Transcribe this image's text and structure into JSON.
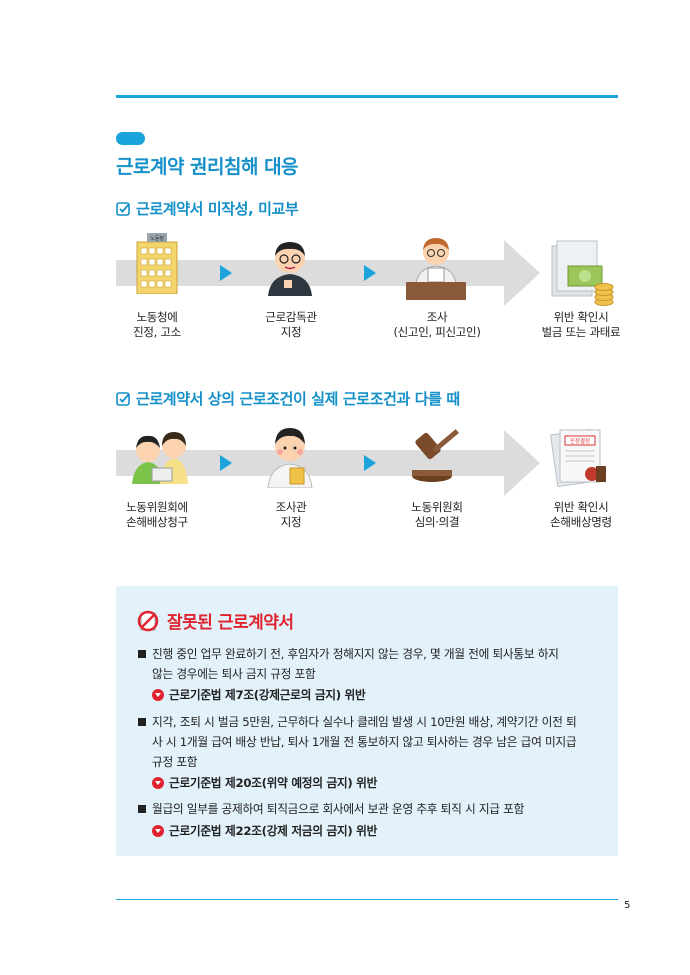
{
  "section_title": "근로계약 권리침해 대응",
  "flow1": {
    "heading": "근로계약서 미작성, 미교부",
    "building_sign": "노동청",
    "steps": [
      {
        "line1": "노동청에",
        "line2": "진정, 고소"
      },
      {
        "line1": "근로감독관",
        "line2": "지정"
      },
      {
        "line1": "조사",
        "line2": "(신고인, 피신고인)"
      },
      {
        "line1": "위반 확인시",
        "line2": "벌금 또는 과태료"
      }
    ]
  },
  "flow2": {
    "heading": "근로계약서 상의 근로조건이 실제 근로조건과 다를 때",
    "stamp_text": "진정결정",
    "steps": [
      {
        "line1": "노동위원회에",
        "line2": "손해배상청구"
      },
      {
        "line1": "조사관",
        "line2": "지정"
      },
      {
        "line1": "노동위원회",
        "line2": "심의·의결"
      },
      {
        "line1": "위반 확인시",
        "line2": "손해배상명령"
      }
    ]
  },
  "wrong_contract": {
    "title": "잘못된 근로계약서",
    "items": [
      {
        "line1": "진행 중인 업무 완료하기 전, 후임자가 정해지지 않는 경우, 몇 개월 전에 퇴사통보 하지",
        "line2": "않는 경우에는 퇴사 금지 규정 포함",
        "line3": "",
        "law": "근로기준법 제7조(강제근로의 금지) 위반"
      },
      {
        "line1": "지각, 조퇴 시 벌금 5만원, 근무하다 실수나 클레임 발생 시 10만원 배상, 계약기간 이전 퇴",
        "line2": "사 시 1개월 급여 배상 반납, 퇴사 1개월 전 통보하지 않고 퇴사하는 경우 남은 급여 미지급",
        "line3": "규정 포함",
        "law": "근로기준법 제20조(위약 예정의 금지) 위반"
      },
      {
        "line1": "월급의 일부를 공제하여 퇴직금으로 회사에서 보관 운영 추후 퇴직 시 지급 포함",
        "line2": "",
        "line3": "",
        "law": "근로기준법 제22조(강제 저금의 금지) 위반"
      }
    ]
  },
  "page_number": "5",
  "colors": {
    "accent": "#1ba3dc",
    "warning": "#e0232e",
    "box_bg": "#e3f1fa",
    "band": "#dcdcdc"
  }
}
